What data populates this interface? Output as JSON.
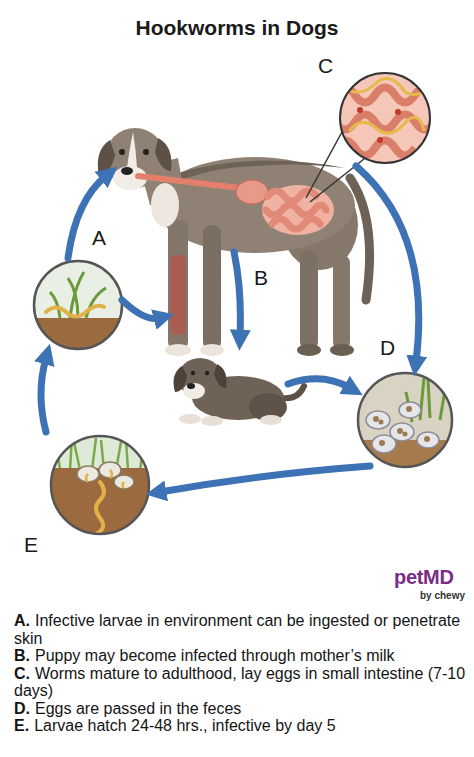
{
  "diagram": {
    "title": "Hookworms in Dogs",
    "labels": [
      "C",
      "A",
      "B",
      "D",
      "E",
      "petMD",
      "by chewy",
      "A.",
      "Infective larvae in environment can be ingested or penetrate skin",
      "B.",
      "Puppy may become infected through mother’s milk",
      "C.",
      "Worms mature to adulthood, lay eggs in small intestine (7-10 days)",
      "D.",
      "Eggs are passed in the feces",
      "E.",
      "Larvae hatch 24-48 hrs., infective by day 5"
    ]
  }
}
